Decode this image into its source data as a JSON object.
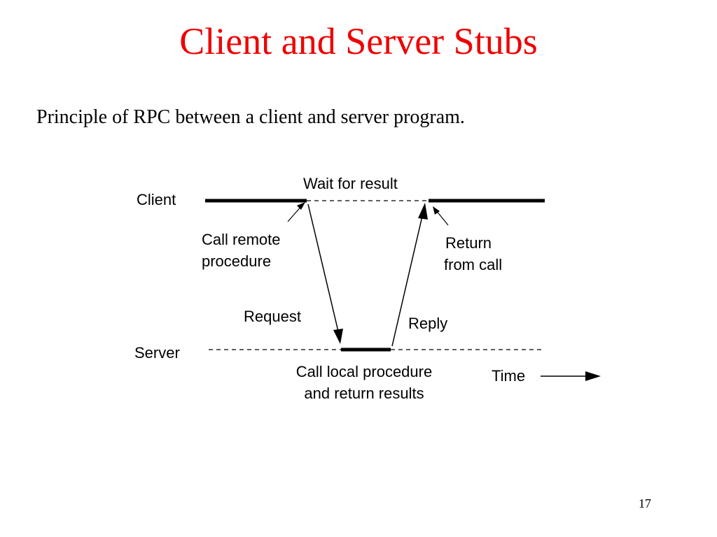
{
  "slide": {
    "title": "Client and Server Stubs",
    "subtitle": "Principle of RPC between a client and server program.",
    "page_number": "17"
  },
  "diagram": {
    "client_label": "Client",
    "server_label": "Server",
    "wait_label": "Wait for result",
    "call_remote_line1": "Call remote",
    "call_remote_line2": "procedure",
    "return_line1": "Return",
    "return_line2": "from call",
    "request_label": "Request",
    "reply_label": "Reply",
    "local_line1": "Call local procedure",
    "local_line2": "and return results",
    "time_label": "Time"
  },
  "colors": {
    "title": "#ee0000",
    "text": "#000000",
    "background": "#ffffff"
  }
}
